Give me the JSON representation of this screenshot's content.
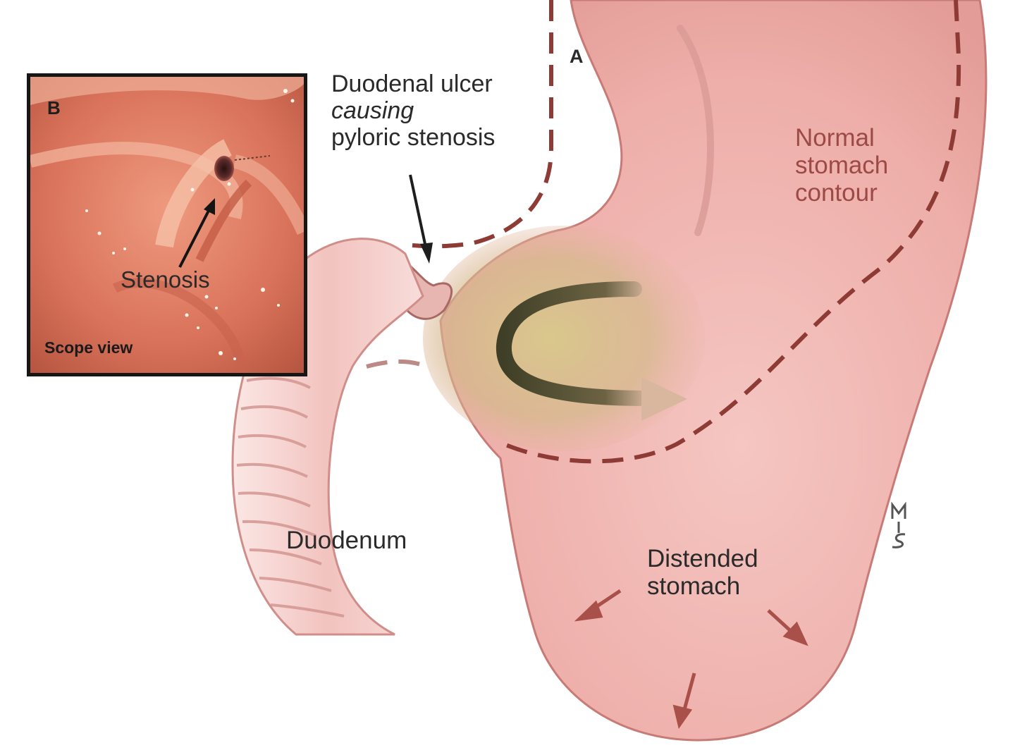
{
  "labels": {
    "panel_a": "A",
    "ulcer": {
      "line1": "Duodenal ulcer",
      "line2": "causing",
      "line3": "pyloric stenosis"
    },
    "normal_contour": {
      "line1": "Normal",
      "line2": "stomach",
      "line3": "contour"
    },
    "duodenum": "Duodenum",
    "distended": {
      "line1": "Distended",
      "line2": "stomach"
    }
  },
  "inset": {
    "panel_b": "B",
    "stenosis": "Stenosis",
    "caption": "Scope view"
  },
  "artist_signature": {
    "initials": "MIS"
  },
  "colors": {
    "stomach_fill": "#f0b4b0",
    "stomach_edge": "#c77a76",
    "contour_dash": "#8e3b36",
    "arrow_maroon": "#a9504a",
    "flow_arrow": "#4a4a2c",
    "inset_bg": "#e07a5f",
    "inset_border": "#161616"
  }
}
